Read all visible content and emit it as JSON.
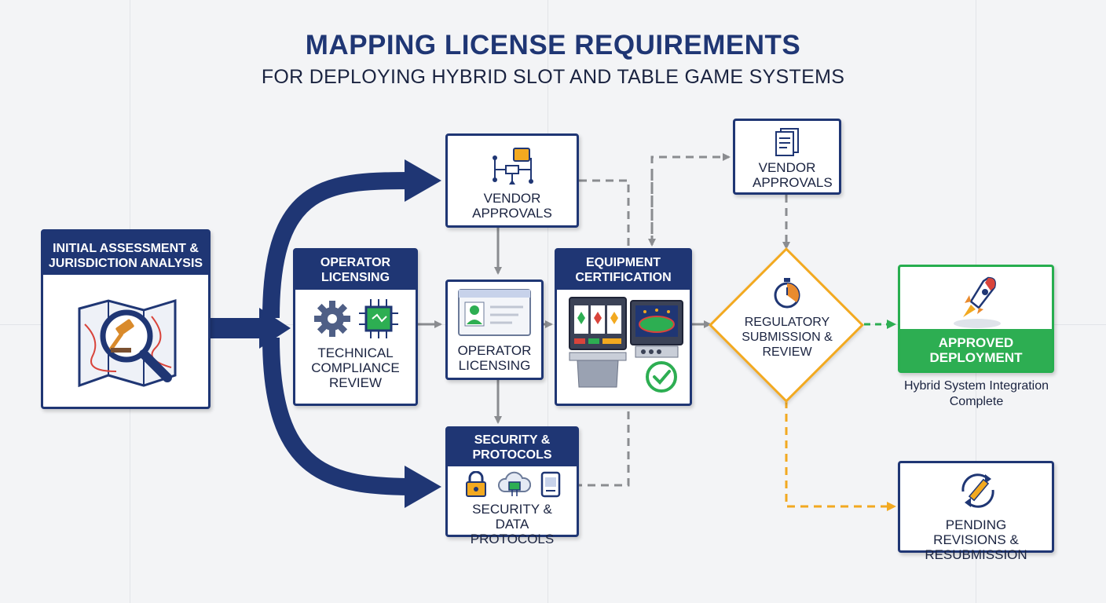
{
  "title": "MAPPING LICENSE REQUIREMENTS",
  "subtitle": "FOR DEPLOYING HYBRID SLOT AND TABLE GAME SYSTEMS",
  "colors": {
    "navy": "#1f3674",
    "grey_arrow": "#8a8c90",
    "gold": "#f2a920",
    "green": "#2dae52"
  },
  "nodes": {
    "initial": {
      "header": "INITIAL ASSESSMENT & JURISDICTION ANALYSIS",
      "icon": "map-with-magnifier-and-gavel-icon"
    },
    "operator_licensing_main": {
      "header": "OPERATOR LICENSING",
      "label": "TECHNICAL COMPLIANCE REVIEW",
      "icons": [
        "gear-icon",
        "circuit-chip-icon"
      ]
    },
    "vendor_approvals_top": {
      "label": "VENDOR APPROVALS",
      "icon": "workflow-diagram-icon"
    },
    "operator_licensing_card": {
      "label": "OPERATOR LICENSING",
      "icon": "id-card-icon"
    },
    "security": {
      "header": "SECURITY & PROTOCOLS",
      "label": "SECURITY & DATA PROTOCOLS",
      "icons": [
        "padlock-icon",
        "cloud-chip-icon",
        "secure-device-icon"
      ]
    },
    "equipment": {
      "header": "EQUIPMENT CERTIFICATION",
      "icons": [
        "slot-machine-icon",
        "table-game-terminal-icon",
        "checkmark-circle-icon"
      ]
    },
    "vendor_approvals_right": {
      "label": "VENDOR APPROVALS",
      "icon": "document-icon"
    },
    "regulatory": {
      "label": "REGULATORY SUBMISSION & REVIEW",
      "icon": "stopwatch-icon"
    },
    "approved": {
      "label": "APPROVED DEPLOYMENT",
      "caption": "Hybrid System Integration Complete",
      "icon": "rocket-icon"
    },
    "pending": {
      "label": "PENDING REVISIONS & RESUBMISSION",
      "icon": "refresh-pencil-icon"
    }
  }
}
